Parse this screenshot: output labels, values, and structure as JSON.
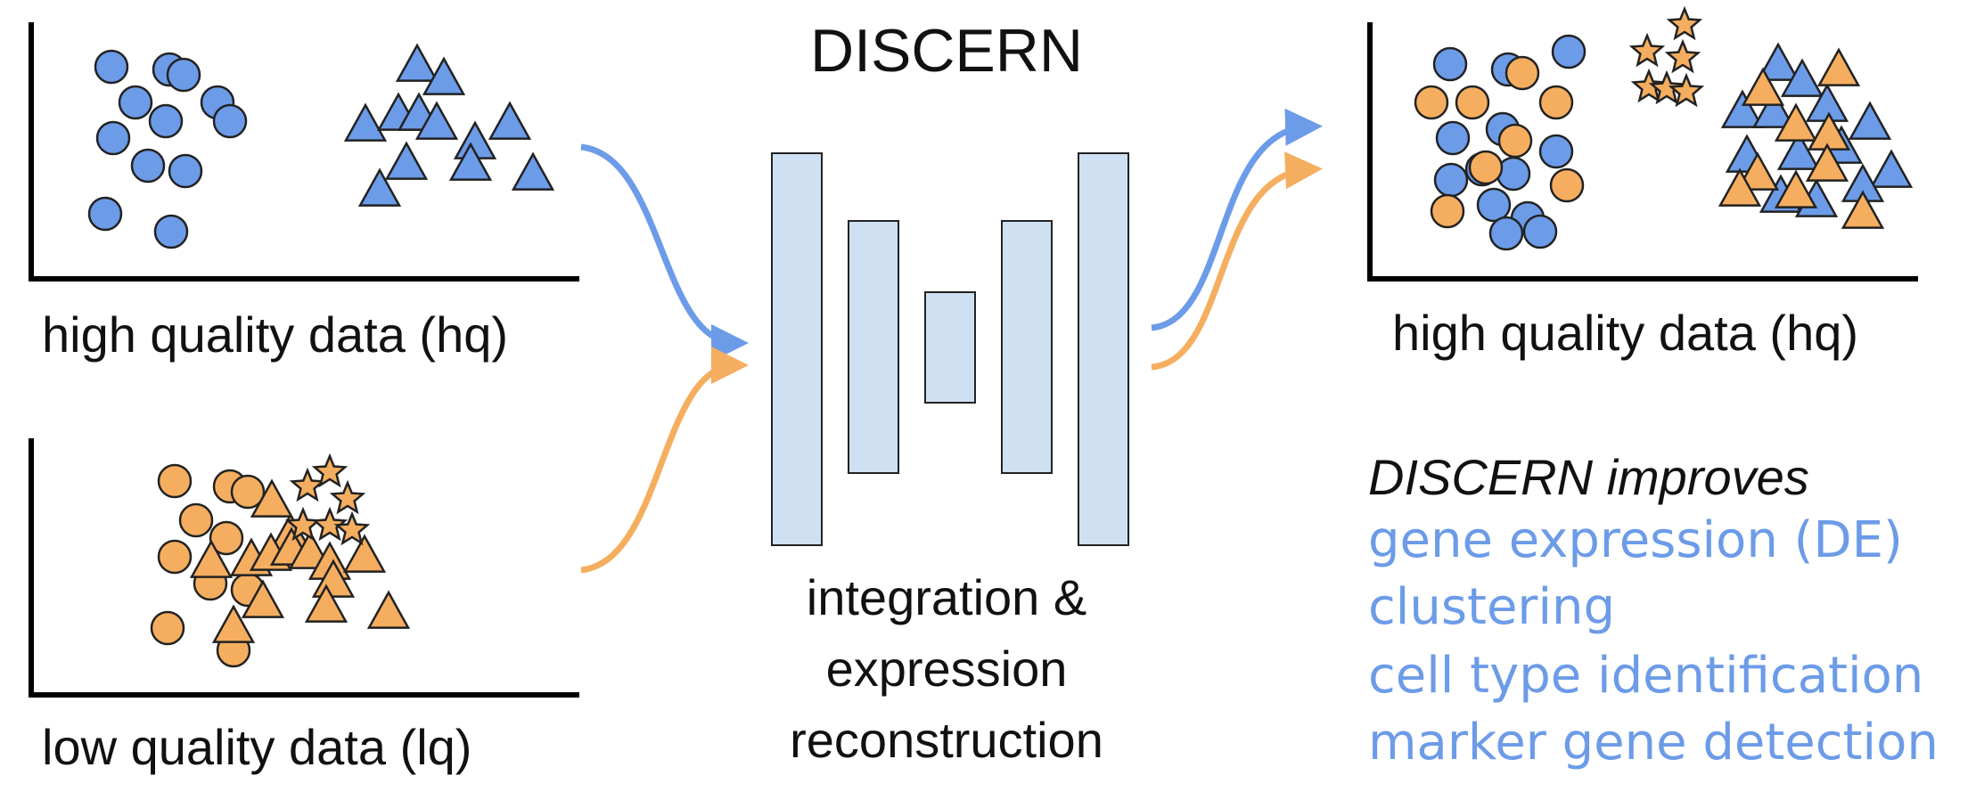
{
  "title": "DISCERN",
  "colors": {
    "blue": "#6c9be8",
    "orange": "#f5ae5f",
    "bar_fill": "#cfe0f3",
    "improves_text": "#6c9be8"
  },
  "panels": {
    "hq_input_label": "high quality data (hq)",
    "lq_input_label": "low quality data (lq)",
    "hq_output_label": "high quality data (hq)"
  },
  "model": {
    "caption_line1": "integration &",
    "caption_line2": "expression",
    "caption_line3": "reconstruction"
  },
  "improves": {
    "heading": "DISCERN improves",
    "items": [
      "gene expression (DE)",
      "clustering",
      "cell type identification",
      "marker gene detection"
    ]
  },
  "legend_shapes": [
    "circle",
    "triangle",
    "star"
  ]
}
